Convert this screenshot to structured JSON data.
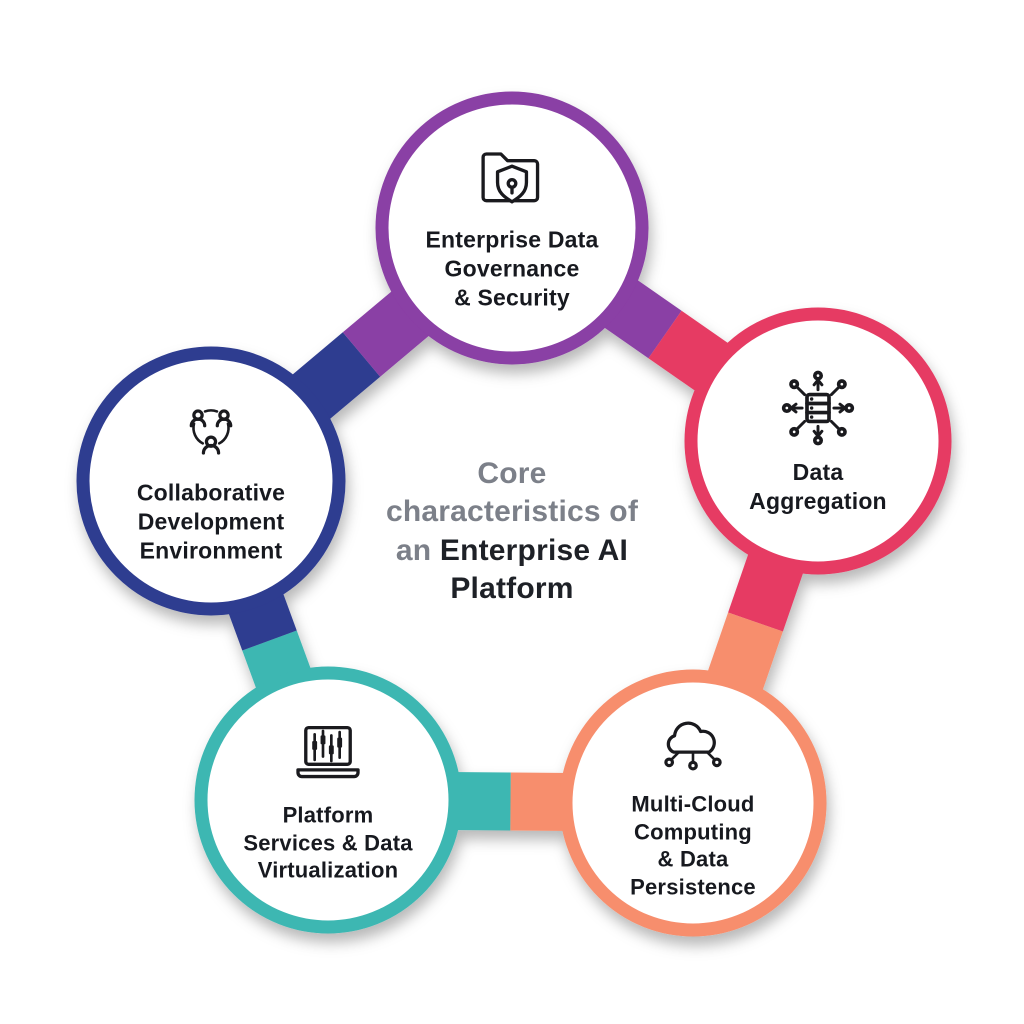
{
  "title": {
    "line1": "Core",
    "line2": "characteristics of",
    "line3_gray": "an ",
    "line3_dark": "Enterprise AI",
    "line4": "Platform",
    "muted_color": "#7c8089",
    "dark_color": "#1e2127"
  },
  "label_color": "#17191f",
  "nodes": [
    {
      "id": "enterprise-data-governance",
      "color": "#8a3fa5",
      "icon": "folder-shield-icon",
      "lines": [
        "Enterprise Data",
        "Governance",
        "& Security"
      ]
    },
    {
      "id": "data-aggregation",
      "color": "#e63b64",
      "icon": "data-aggregation-icon",
      "lines": [
        "Data",
        "Aggregation"
      ]
    },
    {
      "id": "multi-cloud-computing",
      "color": "#f78e6d",
      "icon": "cloud-network-icon",
      "lines": [
        "Multi-Cloud",
        "Computing",
        "& Data",
        "Persistence"
      ]
    },
    {
      "id": "platform-services",
      "color": "#3eb7b2",
      "icon": "laptop-chart-icon",
      "lines": [
        "Platform",
        "Services & Data",
        "Virtualization"
      ]
    },
    {
      "id": "collaborative-development",
      "color": "#2e3c90",
      "icon": "people-network-icon",
      "lines": [
        "Collaborative",
        "Development",
        "Environment"
      ]
    }
  ]
}
